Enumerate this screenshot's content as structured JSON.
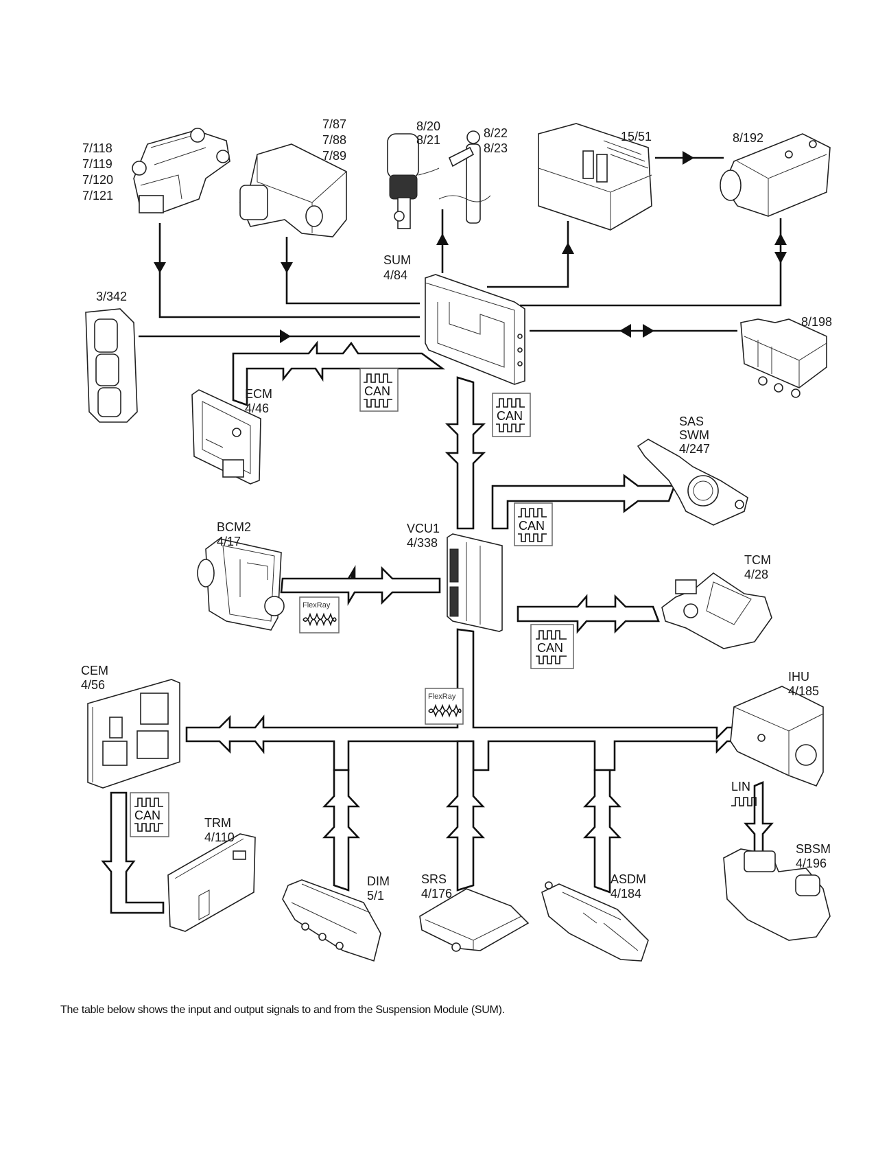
{
  "diagram": {
    "title": "Suspension Module (SUM) network topology",
    "components": {
      "sensors_7_118": [
        "7/118",
        "7/119",
        "7/120",
        "7/121"
      ],
      "sensors_7_87": [
        "7/87",
        "7/88",
        "7/89"
      ],
      "shock_8_20": [
        "8/20",
        "8/21"
      ],
      "shock_8_22": [
        "8/22",
        "8/23"
      ],
      "fusebox": "15/51",
      "compressor": "8/192",
      "switch_3_342": "3/342",
      "sum": [
        "SUM",
        "4/84"
      ],
      "valve_8_198": "8/198",
      "ecm": [
        "ECM",
        "4/46"
      ],
      "sas": [
        "SAS",
        "SWM",
        "4/247"
      ],
      "bcm2": [
        "BCM2",
        "4/17"
      ],
      "vcu1": [
        "VCU1",
        "4/338"
      ],
      "tcm": [
        "TCM",
        "4/28"
      ],
      "cem": [
        "CEM",
        "4/56"
      ],
      "ihu": [
        "IHU",
        "4/185"
      ],
      "trm": [
        "TRM",
        "4/110"
      ],
      "dim": [
        "DIM",
        "5/1"
      ],
      "srs": [
        "SRS",
        "4/176"
      ],
      "asdm": [
        "ASDM",
        "4/184"
      ],
      "sbsm": [
        "SBSM",
        "4/196"
      ]
    },
    "badges": {
      "can": "CAN",
      "flexray": "FlexRay",
      "lin": "LIN"
    }
  },
  "caption": "The table below shows the input and output signals to and from the Suspension Module (SUM)."
}
